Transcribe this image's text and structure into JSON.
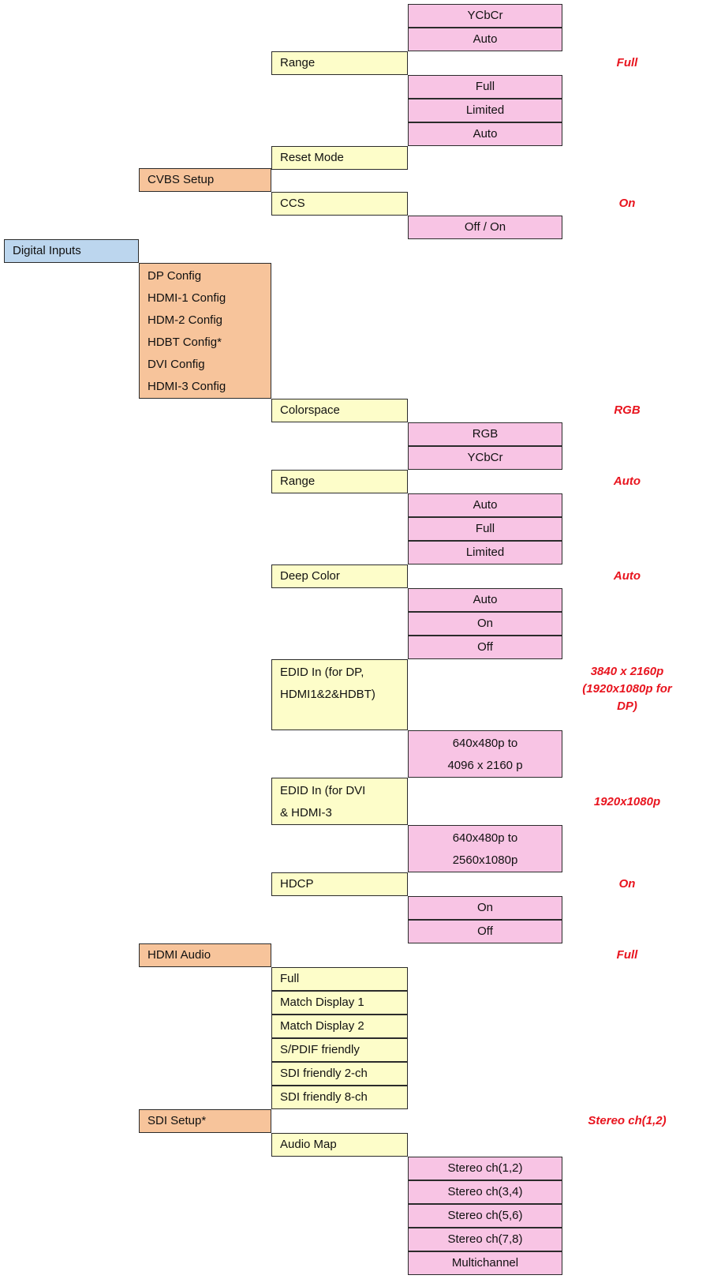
{
  "colors": {
    "level1": "#bcd6ee",
    "level2": "#f7c49b",
    "level3": "#fdfdc9",
    "level4": "#f8c4e4",
    "default_value": "#e8141e"
  },
  "menu": {
    "top_options": [
      "YCbCr",
      "Auto"
    ],
    "range_1": {
      "label": "Range",
      "default": "Full",
      "options": [
        "Full",
        "Limited",
        "Auto"
      ]
    },
    "reset_mode": "Reset Mode",
    "cvbs_setup": {
      "label": "CVBS Setup",
      "ccs": {
        "label": "CCS",
        "default": "On",
        "options": [
          "Off / On"
        ]
      }
    },
    "digital_inputs": {
      "label": "Digital Inputs",
      "configs": [
        "DP Config",
        "HDMI-1 Config",
        "HDM-2 Config",
        "HDBT Config*",
        "DVI Config",
        "HDMI-3 Config"
      ],
      "colorspace": {
        "label": "Colorspace",
        "default": "RGB",
        "options": [
          "RGB",
          "YCbCr"
        ]
      },
      "range": {
        "label": "Range",
        "default": "Auto",
        "options": [
          "Auto",
          "Full",
          "Limited"
        ]
      },
      "deep_color": {
        "label": "Deep Color",
        "default": "Auto",
        "options": [
          "Auto",
          "On",
          "Off"
        ]
      },
      "edid_in_a": {
        "label_lines": [
          "EDID In (for DP,",
          "HDMI1&2&HDBT)"
        ],
        "default_lines": [
          "3840 x 2160p",
          "(1920x1080p for",
          "DP)"
        ],
        "option_lines": [
          "640x480p to",
          "4096 x 2160 p"
        ]
      },
      "edid_in_b": {
        "label_lines": [
          "EDID In (for DVI",
          "& HDMI-3"
        ],
        "default": "1920x1080p",
        "option_lines": [
          "640x480p to",
          "2560x1080p"
        ]
      },
      "hdcp": {
        "label": "HDCP",
        "default": "On",
        "options": [
          "On",
          "Off"
        ]
      },
      "hdmi_audio": {
        "label": "HDMI Audio",
        "default": "Full",
        "options": [
          "Full",
          "Match Display 1",
          "Match Display 2",
          "S/PDIF friendly",
          "SDI friendly 2-ch",
          "SDI friendly 8-ch"
        ]
      },
      "sdi_setup": {
        "label": "SDI Setup*",
        "default": "Stereo ch(1,2)",
        "audio_map": {
          "label": "Audio Map",
          "options": [
            "Stereo ch(1,2)",
            "Stereo ch(3,4)",
            "Stereo ch(5,6)",
            "Stereo ch(7,8)",
            "Multichannel"
          ]
        }
      }
    }
  }
}
